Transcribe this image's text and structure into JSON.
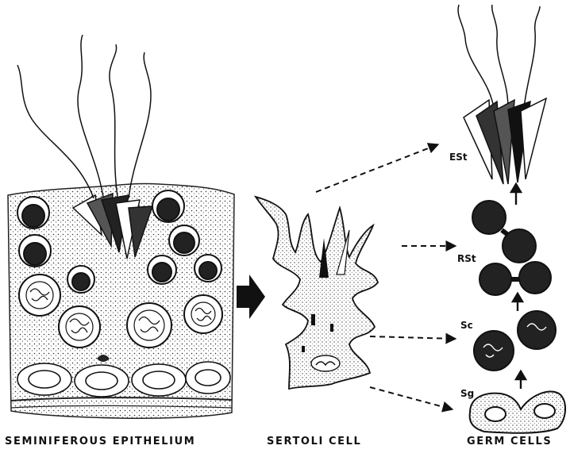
{
  "figure": {
    "panels": {
      "epithelium": "SEMINIFEROUS EPITHELIUM",
      "sertoli": "SERTOLI CELL",
      "germ": "GERM CELLS"
    },
    "stages": [
      "ESt",
      "RSt",
      "Sc",
      "Sg"
    ]
  },
  "icons": {
    "transition": "right-pointing-arrow-icon",
    "progression": "up-arrow-icon",
    "mapping": "dashed-arrow-icon"
  },
  "colors": {
    "ink": "#111111",
    "paper": "#ffffff"
  }
}
